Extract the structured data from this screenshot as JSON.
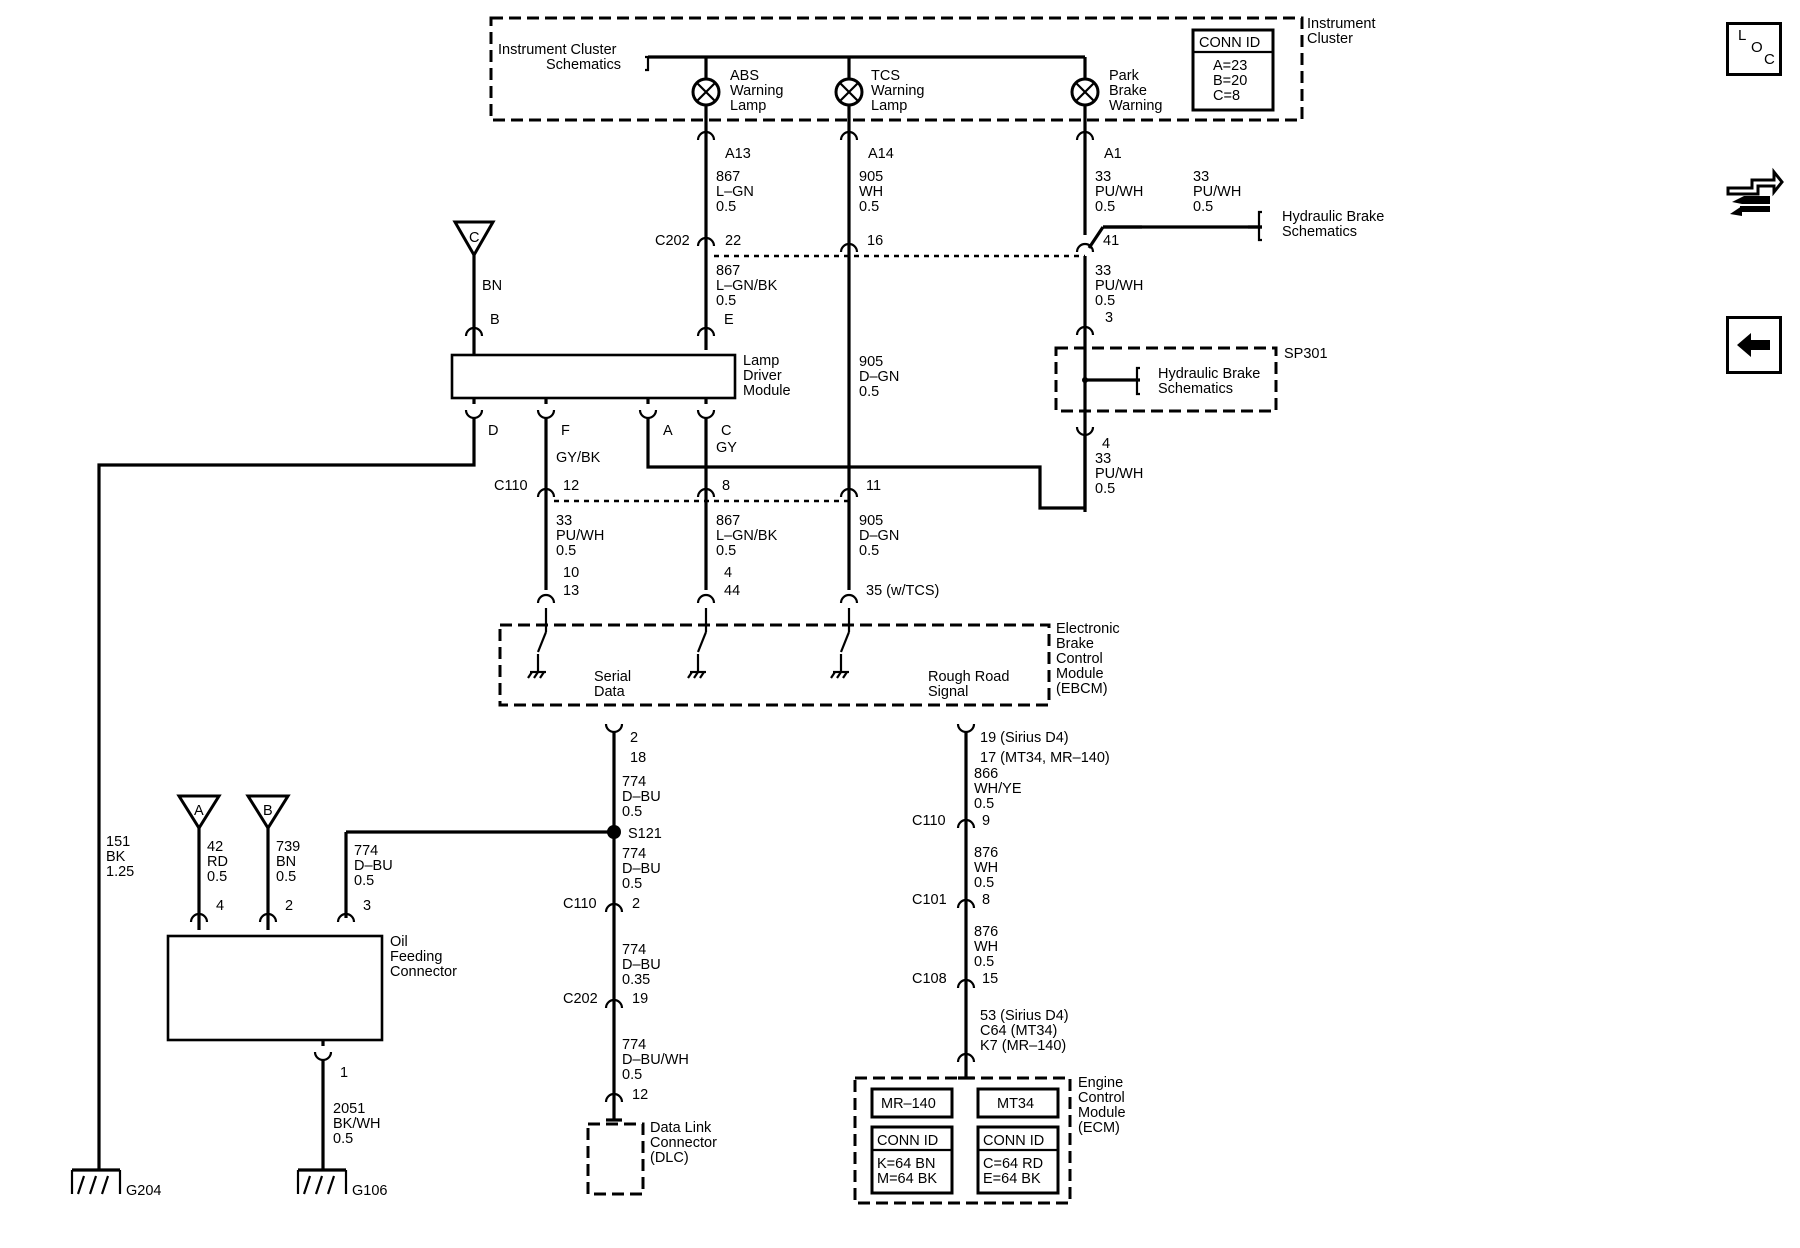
{
  "nav": {
    "loc": {
      "l": "L",
      "o": "O",
      "c": "C"
    }
  },
  "instrument_cluster": {
    "title": [
      "Instrument",
      "Cluster"
    ],
    "schematics_ref": [
      "Instrument Cluster",
      "Schematics"
    ],
    "lamps": {
      "abs": [
        "ABS",
        "Warning",
        "Lamp"
      ],
      "tcs": [
        "TCS",
        "Warning",
        "Lamp"
      ],
      "park": [
        "Park",
        "Brake",
        "Warning"
      ]
    },
    "conn_id": {
      "header": "CONN ID",
      "rows": [
        "A=23",
        "B=20",
        "C=8"
      ]
    }
  },
  "pins": {
    "a13": "A13",
    "a14": "A14",
    "a1": "A1",
    "c202_22": "22",
    "c202_16": "16",
    "c202_41": "41",
    "ldm_b": "B",
    "ldm_e": "E",
    "ldm_d": "D",
    "ldm_f": "F",
    "ldm_a": "A",
    "ldm_c": "C",
    "sp301_3": "3",
    "sp301_4": "4",
    "c110_12": "12",
    "c110_8": "8",
    "c110_11": "11",
    "ebcm_10": "10",
    "ebcm_13": "13",
    "ebcm_4": "4",
    "ebcm_44": "44",
    "ebcm_35": "35 (w/TCS)",
    "ebcm_2": "2",
    "ebcm_18": "18",
    "ebcm_19": "19 (Sirius D4)",
    "ebcm_17": "17 (MT34, MR–140)",
    "c110_9": "9",
    "c101_8": "8",
    "c108_15": "15",
    "ecm_53": "53 (Sirius D4)",
    "ecm_c64": "C64 (MT34)",
    "ecm_k7": "K7 (MR–140)",
    "c110_2": "2",
    "c202_19": "19",
    "dlc_12": "12",
    "ofc_4": "4",
    "ofc_2": "2",
    "ofc_3": "3",
    "ofc_1": "1"
  },
  "connectors": {
    "c202": "C202",
    "c110": "C110",
    "c101": "C101",
    "c108": "C108",
    "s121": "S121",
    "sp301": "SP301"
  },
  "wires": {
    "w867_top": [
      "867",
      "L–GN",
      "0.5"
    ],
    "w905_top": [
      "905",
      "WH",
      "0.5"
    ],
    "w33_top": [
      "33",
      "PU/WH",
      "0.5"
    ],
    "w33_hyd": [
      "33",
      "PU/WH",
      "0.5"
    ],
    "w867_mid": [
      "867",
      "L–GN/BK",
      "0.5"
    ],
    "w33_mid": [
      "33",
      "PU/WH",
      "0.5"
    ],
    "w905_mid": [
      "905",
      "D–GN",
      "0.5"
    ],
    "w33_low": [
      "33",
      "PU/WH",
      "0.5"
    ],
    "bn": "BN",
    "gybk": "GY/BK",
    "gy": "GY",
    "w33_bot": [
      "33",
      "PU/WH",
      "0.5"
    ],
    "w867_bot": [
      "867",
      "L–GN/BK",
      "0.5"
    ],
    "w905_bot": [
      "905",
      "D–GN",
      "0.5"
    ],
    "w774_a": [
      "774",
      "D–BU",
      "0.5"
    ],
    "w774_b": [
      "774",
      "D–BU",
      "0.5"
    ],
    "w774_c": [
      "774",
      "D–BU",
      "0.35"
    ],
    "w774_d": [
      "774",
      "D–BU/WH",
      "0.5"
    ],
    "w774_ofc": [
      "774",
      "D–BU",
      "0.5"
    ],
    "w866": [
      "866",
      "WH/YE",
      "0.5"
    ],
    "w876_a": [
      "876",
      "WH",
      "0.5"
    ],
    "w876_b": [
      "876",
      "WH",
      "0.5"
    ],
    "w151": [
      "151",
      "BK",
      "1.25"
    ],
    "w42": [
      "42",
      "RD",
      "0.5"
    ],
    "w739": [
      "739",
      "BN",
      "0.5"
    ],
    "w2051": [
      "2051",
      "BK/WH",
      "0.5"
    ]
  },
  "modules": {
    "hydraulic_ref_top": [
      "Hydraulic Brake",
      "Schematics"
    ],
    "hydraulic_ref_sp301": [
      "Hydraulic Brake",
      "Schematics"
    ],
    "lamp_driver": [
      "Lamp",
      "Driver",
      "Module"
    ],
    "ebcm": [
      "Electronic",
      "Brake",
      "Control",
      "Module",
      "(EBCM)"
    ],
    "serial_data": [
      "Serial",
      "Data"
    ],
    "rough_road": [
      "Rough Road",
      "Signal"
    ],
    "oil_feeding": [
      "Oil",
      "Feeding",
      "Connector"
    ],
    "dlc": [
      "Data Link",
      "Connector",
      "(DLC)"
    ],
    "ecm": [
      "Engine",
      "Control",
      "Module",
      "(ECM)"
    ],
    "ecm_mr140": "MR–140",
    "ecm_mt34": "MT34",
    "ecm_conn_left": {
      "header": "CONN ID",
      "rows": [
        "K=64 BN",
        "M=64 BK"
      ]
    },
    "ecm_conn_right": {
      "header": "CONN ID",
      "rows": [
        "C=64 RD",
        "E=64 BK"
      ]
    }
  },
  "offpage": {
    "c_top": "C",
    "a": "A",
    "b": "B"
  },
  "grounds": {
    "g204": "G204",
    "g106": "G106"
  }
}
